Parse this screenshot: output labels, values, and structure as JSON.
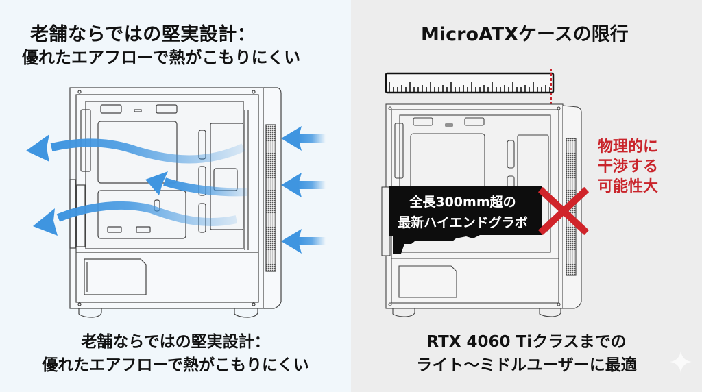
{
  "left_panel": {
    "title_line1": "老舗ならではの堅実設計：",
    "title_line2": "優れたエアフローで熱がこもりにくい",
    "caption_line1": "老舗ならではの堅実設計：",
    "caption_line2": "優れたエアフローで熱がこもりにくい",
    "illustration": "pc-case-side-view-with-airflow-arrows",
    "arrow_color": "#3f95e0",
    "background": "#f1f7fb"
  },
  "right_panel": {
    "title": "MicroATXケースの限行",
    "gpu_label_line1": "全長300mm超の",
    "gpu_label_line2": "最新ハイエンドグラボ",
    "warning_line1": "物理的に",
    "warning_line2": "干渉する",
    "warning_line3": "可能性大",
    "caption_line1": "RTX 4060 Tiクラスまでの",
    "caption_line2": "ライト～ミドルユーザーに最適",
    "illustration": "pc-case-with-ruler-and-oversized-gpu",
    "warning_color": "#c9242b",
    "background": "#ededed"
  },
  "icons": {
    "cross": "red-x-mark",
    "ruler": "ruler",
    "sparkle": "sparkle-star"
  }
}
